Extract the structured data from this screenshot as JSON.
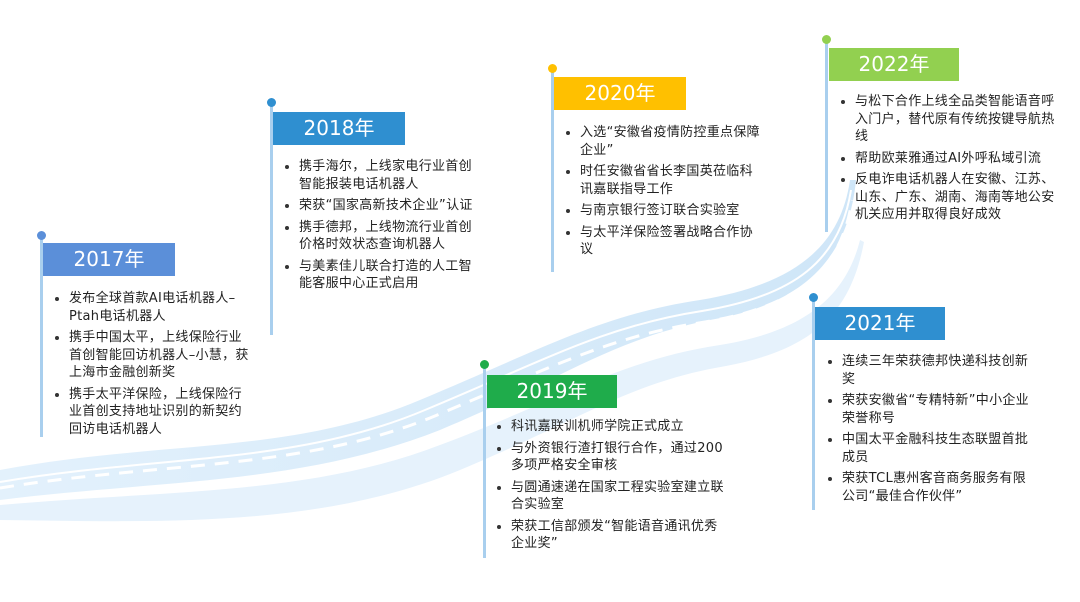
{
  "milestones": [
    {
      "year": "2017年",
      "items": [
        "发布全球首款AI电话机器人–Ptah电话机器人",
        "携手中国太平，上线保险行业首创智能回访机器人–小慧，获上海市金融创新奖",
        "携手太平洋保险，上线保险行业首创支持地址识别的新契约回访电话机器人"
      ]
    },
    {
      "year": "2018年",
      "items": [
        "携手海尔，上线家电行业首创智能报装电话机器人",
        "荣获“国家高新技术企业”认证",
        "携手德邦，上线物流行业首创价格时效状态查询机器人",
        "与美素佳儿联合打造的人工智能客服中心正式启用"
      ]
    },
    {
      "year": "2019年",
      "items": [
        "科讯嘉联训机师学院正式成立",
        "与外资银行渣打银行合作，通过200多项严格安全审核",
        "与圆通速递在国家工程实验室建立联合实验室",
        "荣获工信部颁发“智能语音通讯优秀企业奖”"
      ]
    },
    {
      "year": "2020年",
      "items": [
        "入选“安徽省疫情防控重点保障企业”",
        "时任安徽省省长李国英莅临科讯嘉联指导工作",
        "与南京银行签订联合实验室",
        "与太平洋保险签署战略合作协议"
      ]
    },
    {
      "year": "2021年",
      "items": [
        "连续三年荣获德邦快递科技创新奖",
        "荣获安徽省“专精特新”中小企业荣誉称号",
        "中国太平金融科技生态联盟首批成员",
        "荣获TCL惠州客音商务服务有限公司“最佳合作伙伴”"
      ]
    },
    {
      "year": "2022年",
      "items": [
        "与松下合作上线全品类智能语音呼入门户，替代原有传统按键导航热线",
        "帮助欧莱雅通过AI外呼私域引流",
        "反电诈电话机器人在安徽、江苏、山东、广东、湖南、海南等地公安机关应用并取得良好成效"
      ]
    }
  ],
  "colors": {
    "blue_light": "#5b8fd9",
    "blue": "#2f8fd0",
    "green": "#1fac4b",
    "yellow": "#ffc000",
    "lime": "#92d050",
    "road": "#d9ecfa",
    "pole": "#a9cfee"
  }
}
